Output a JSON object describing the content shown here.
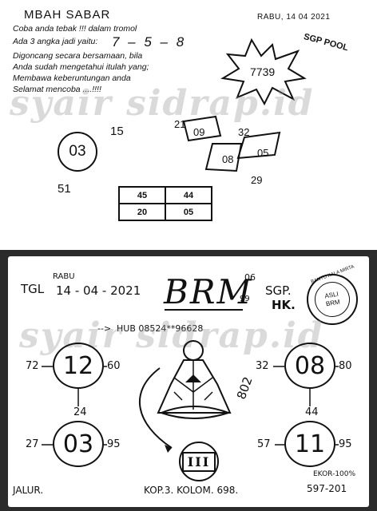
{
  "top": {
    "title": "MBAH SABAR",
    "date": "RABU, 14 04 2021",
    "intro_lines": [
      "Coba anda tebak !!! dalam tromol",
      "Ada 3 angka jadi yaitu:",
      "Digoncang secara bersamaan, bila",
      "Anda sudah mengetahui itulah yang;",
      "Membawa keberuntungan anda",
      "Selamat mencoba ....!!!!"
    ],
    "digits": "7 – 5 – 8",
    "pool": "SGP POOL",
    "burst_number": "7739",
    "watermark": "syair sidrap.id",
    "circle_number": "03",
    "circle_top_right": "15",
    "circle_bottom_left": "51",
    "diamonds": [
      "09",
      "32",
      "08",
      "05"
    ],
    "diamond_left": "21",
    "diamond_bottom": "29",
    "grid": [
      [
        "45",
        "44"
      ],
      [
        "20",
        "05"
      ]
    ]
  },
  "bottom": {
    "tgl_label": "TGL",
    "day": "RABU",
    "date": "14 - 04 - 2021",
    "brand": "BRM",
    "superscript": "06",
    "subscript": "99",
    "sgp": "SGP.",
    "hk": "HK.",
    "stamp_arc": "BANYU KALA MIRTA",
    "stamp_line1": "ASLI",
    "stamp_line2": "BRM",
    "hub_arrow": "-->",
    "hub_text": "HUB 08524**96628",
    "watermark": "syair sidrap.id",
    "circles": [
      {
        "main": "12",
        "left": "72",
        "right": "60",
        "below": "24"
      },
      {
        "main": "08",
        "left": "32",
        "right": "80",
        "below": "44"
      },
      {
        "main": "03",
        "left": "27",
        "right": "95",
        "below": ""
      },
      {
        "main": "11",
        "left": "57",
        "right": "95",
        "below": ""
      }
    ],
    "center_note": "802",
    "roman": "III",
    "ekor": "EKOR-100%",
    "jalur": "JALUR.",
    "kop": "KOP.3. KOLOM. 698.",
    "combo": "597-201"
  },
  "colors": {
    "ink": "#111111",
    "frame": "#2b2b2b",
    "paper": "#ffffff",
    "watermark": "#969696"
  }
}
